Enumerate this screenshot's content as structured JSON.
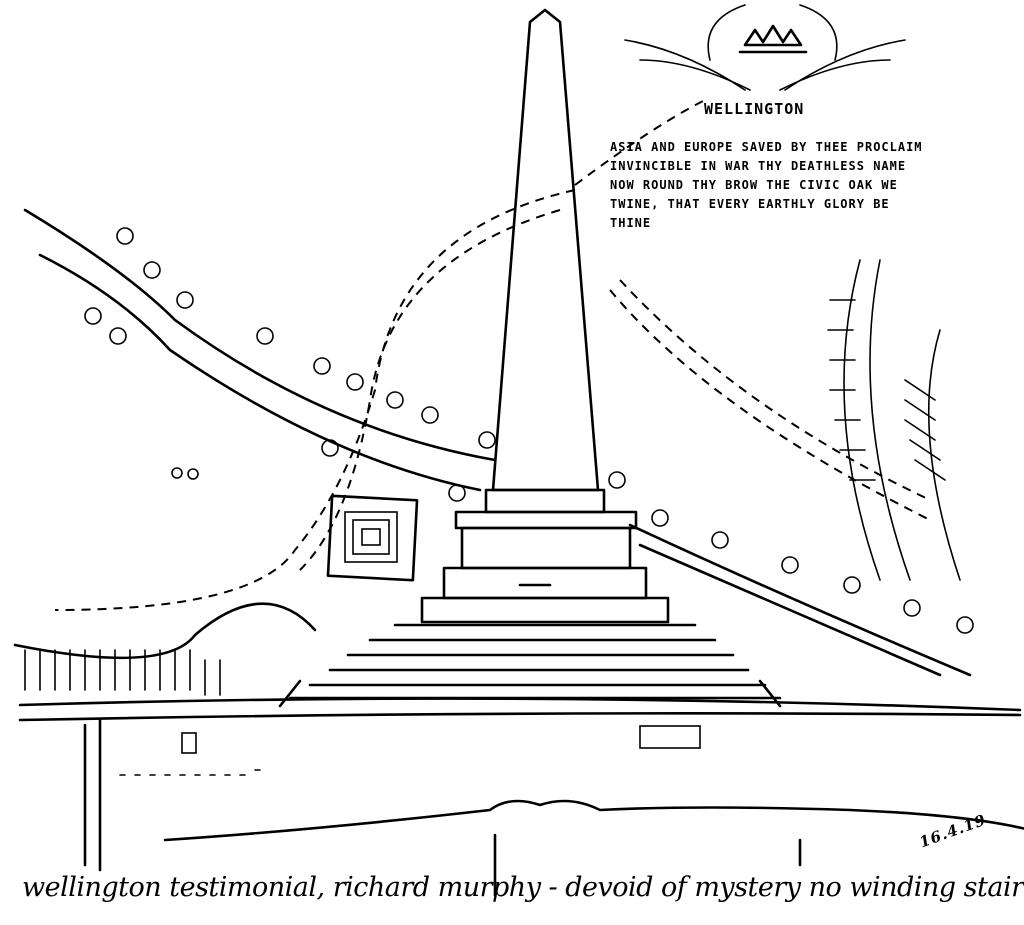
{
  "emblem": {
    "title": "WELLINGTON"
  },
  "inscription": [
    "ASIA AND EUROPE SAVED BY THEE PROCLAIM",
    "INVINCIBLE IN WAR THY DEATHLESS NAME",
    "NOW ROUND THY BROW THE CIVIC OAK WE",
    "TWINE, THAT EVERY EARTHLY GLORY BE",
    "THINE"
  ],
  "date": "16.4.19",
  "caption": "wellington testimonial, richard murphy - devoid of mystery no winding stair"
}
